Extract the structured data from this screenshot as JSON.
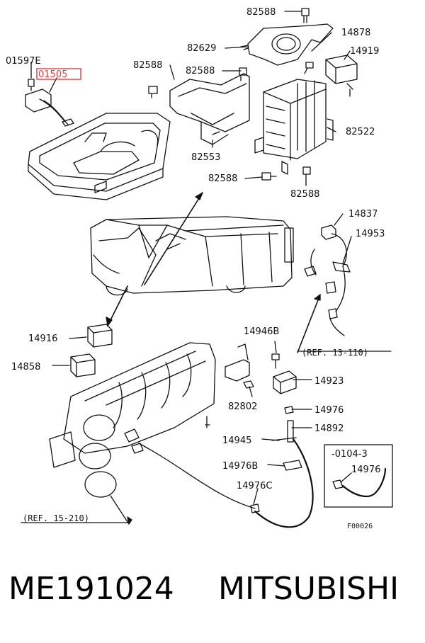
{
  "diagram": {
    "callouts": {
      "c_82588_top": "82588",
      "c_14878": "14878",
      "c_82629": "82629",
      "c_14919": "14919",
      "c_01597E": "01597E",
      "c_82588_a": "82588",
      "c_01505": "01505",
      "c_82588_b": "82588",
      "c_82522": "82522",
      "c_82553": "82553",
      "c_82588_c": "82588",
      "c_82588_d": "82588",
      "c_14837": "14837",
      "c_14953": "14953",
      "c_14916": "14916",
      "c_14946B": "14946B",
      "c_14858": "14858",
      "c_14923": "14923",
      "c_82802": "82802",
      "c_14976": "14976",
      "c_14892": "14892",
      "c_14945": "14945",
      "c_14976B": "14976B",
      "c_14976C": "14976C",
      "c_14976_inset": "14976"
    },
    "ref_13": "(REF. 13-110)",
    "ref_15": "(REF. 15-210)",
    "inset_date": "-0104-3",
    "figure_code": "F00026",
    "highlight_color": "#e04040"
  },
  "footer": {
    "part_number": "ME191024",
    "brand": "MITSUBISHI"
  }
}
